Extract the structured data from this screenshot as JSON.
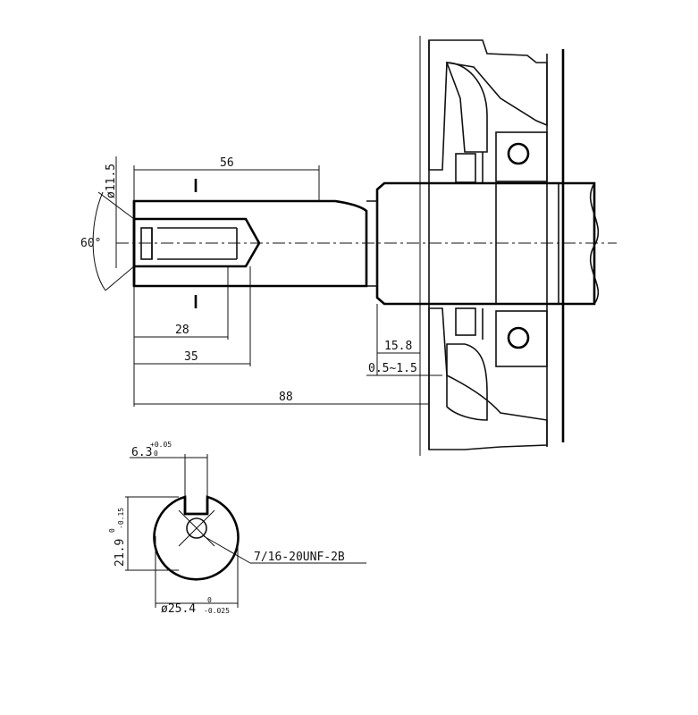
{
  "dimensions": {
    "dia_tip": "ø11.5",
    "chamfer_angle": "60°",
    "thread_len": "56",
    "bore_depth": "28",
    "bore_depth2": "35",
    "shaft_len": "88",
    "shoulder": "15.8",
    "gap": "0.5~1.5",
    "key_width": "6.3",
    "key_tol_upper": "+0.05",
    "key_tol_lower": "0",
    "flat_height": "21.9",
    "flat_tol_upper": "0",
    "flat_tol_lower": "-0.15",
    "thread_spec": "7/16-20UNF-2B",
    "shaft_dia": "ø25.4",
    "dia_tol_upper": "0",
    "dia_tol_lower": "-0.025"
  }
}
